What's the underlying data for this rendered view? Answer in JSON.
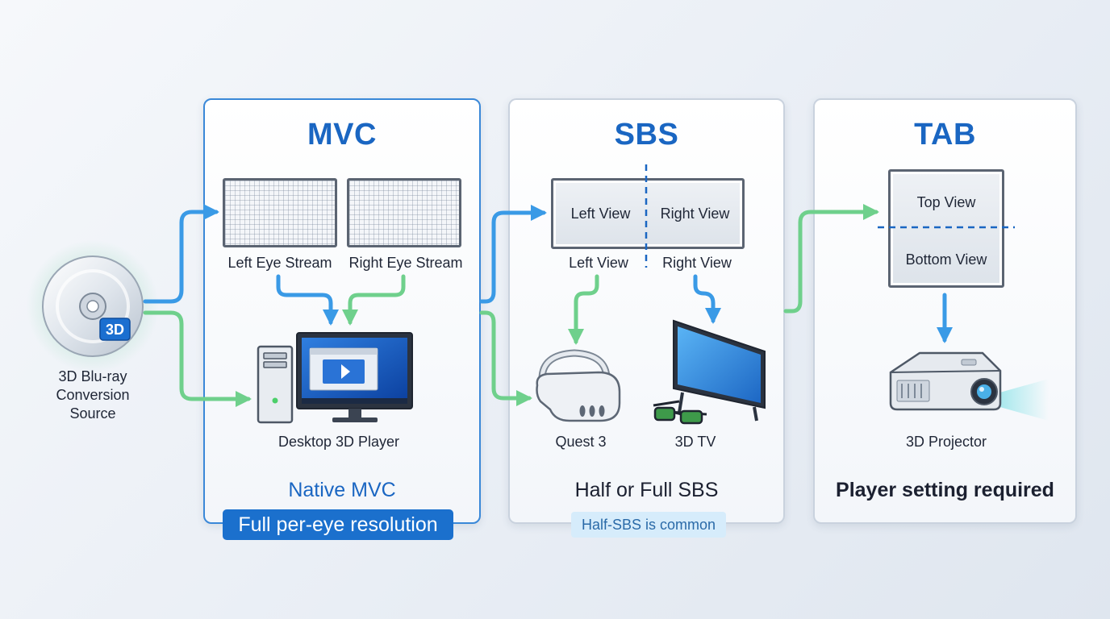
{
  "source": {
    "disc_badge": "3D",
    "label_lines": [
      "3D Blu-ray",
      "Conversion",
      "Source"
    ]
  },
  "mvc": {
    "title": "MVC",
    "left_stream": "Left Eye Stream",
    "right_stream": "Right Eye Stream",
    "device": "Desktop 3D Player",
    "footer": "Native MVC",
    "badge": "Full per-eye resolution"
  },
  "sbs": {
    "title": "SBS",
    "frame_left": "Left View",
    "frame_right": "Right View",
    "below_left": "Left View",
    "below_right": "Right View",
    "device_left": "Quest 3",
    "device_right": "3D TV",
    "footer": "Half or Full SBS",
    "badge": "Half-SBS is common"
  },
  "tab": {
    "title": "TAB",
    "frame_top": "Top View",
    "frame_bottom": "Bottom View",
    "device": "3D Projector",
    "footer": "Player setting required"
  },
  "colors": {
    "accent_blue": "#1a66c2",
    "arrow_blue": "#3a9ae6",
    "arrow_green": "#6fd08c",
    "badge_blue": "#1b70cd",
    "badge_light": "#d6ecfb"
  },
  "icons": [
    "bluray-disc-icon",
    "monitor-grid-icon",
    "desktop-pc-icon",
    "vr-headset-icon",
    "3d-glasses-icon",
    "tv-icon",
    "projector-icon",
    "arrow-icon"
  ]
}
